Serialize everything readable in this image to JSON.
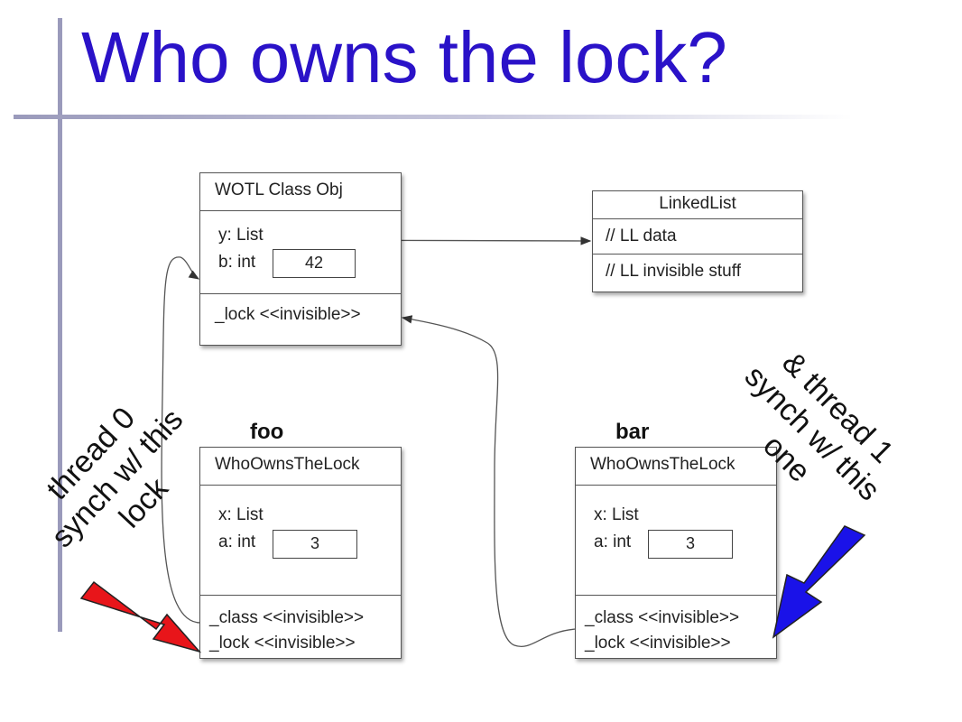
{
  "slide": {
    "title": "Who owns the lock?"
  },
  "wotl": {
    "header": "WOTL Class Obj",
    "field_y": "y: List",
    "field_b": "b: int",
    "b_value": "42",
    "lock": "_lock <<invisible>>"
  },
  "linkedlist": {
    "header": "LinkedList",
    "row1": "// LL data",
    "row2": "// LL invisible stuff"
  },
  "foo": {
    "label": "foo",
    "header": "WhoOwnsTheLock",
    "field_x": "x: List",
    "field_a": "a: int",
    "a_value": "3",
    "class": "_class <<invisible>>",
    "lock": "_lock <<invisible>>"
  },
  "bar": {
    "label": "bar",
    "header": "WhoOwnsTheLock",
    "field_x": "x: List",
    "field_a": "a: int",
    "a_value": "3",
    "class": "_class <<invisible>>",
    "lock": "_lock <<invisible>>"
  },
  "callouts": {
    "left_line1": "thread 0",
    "left_line2": "synch w/ this",
    "left_line3": "lock",
    "right_line1": "& thread 1",
    "right_line2": "synch w/ this",
    "right_line3": "one"
  },
  "colors": {
    "title": "#2a12c8",
    "red_arrow": "#e8151a",
    "blue_arrow": "#1a12e8",
    "rule": "#9a9abb"
  }
}
